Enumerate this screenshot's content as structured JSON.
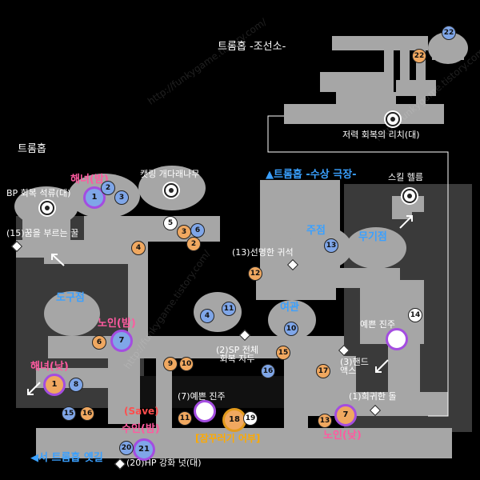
{
  "titles": {
    "area_main": "트롬홉",
    "area_north": "트롬홉 -조선소-",
    "area_stage": "▲트롬홉 -수상 극장-",
    "exit_west": "◀서 트롬홉 옛길"
  },
  "shops": {
    "tool_shop": "도구점",
    "tavern": "주점",
    "weapon_shop": "무기점",
    "inn": "여관"
  },
  "items": {
    "bp_stone": "BP 회복 석류(대)",
    "catling": "캣링 개다래나무",
    "dream_honey": "(15)꿈을 부르는 꿀",
    "bright_trinket": "(13)선명한 귀석",
    "sp_fruit": "(2)SP 전체\n회복 자두",
    "hand_axe": "(3)핸드\n액스",
    "pretty_pearl_7": "(7)예쁜 진주",
    "pretty_pearl": "예쁜 진주",
    "rare_stone": "(1)희귀한 돌",
    "hp_nut": "(20)HP 강화 넛(대)",
    "power_lychee": "저력 회복의 리치(대)",
    "scale_helm": "스킬 헬름"
  },
  "npcs": {
    "haenyeo_night": "해녀(밤)",
    "noin_night": "노인(밤)",
    "haenyeo_day": "해녀(낮)",
    "suin_night": "수인(밤)",
    "noin_day": "노인(낮)",
    "save": "(Save)",
    "fisher": "[잠꾸러기 어부]"
  },
  "markers": {
    "n1": "1",
    "n2": "2",
    "n3": "3",
    "n4": "4",
    "n5": "5",
    "n6": "6",
    "n7": "7",
    "n8": "8",
    "n9": "9",
    "n10": "10",
    "n11": "11",
    "n12": "12",
    "n13": "13",
    "n14": "14",
    "n15": "15",
    "n16": "16",
    "n17": "17",
    "n18": "18",
    "n19": "19",
    "n20": "20",
    "n21": "21",
    "n22": "22"
  },
  "watermark": "http://funkygame.tistory.com/",
  "colors": {
    "floor": "#a6a6a6",
    "dark": "#3a3a3a",
    "accent_purple": "#a44de0",
    "marker_blue": "#7fa6e8",
    "marker_orange": "#f0a860",
    "label_blue": "#3aa0ff",
    "label_pink": "#ff5aa0",
    "label_orange": "#ffaa00"
  }
}
